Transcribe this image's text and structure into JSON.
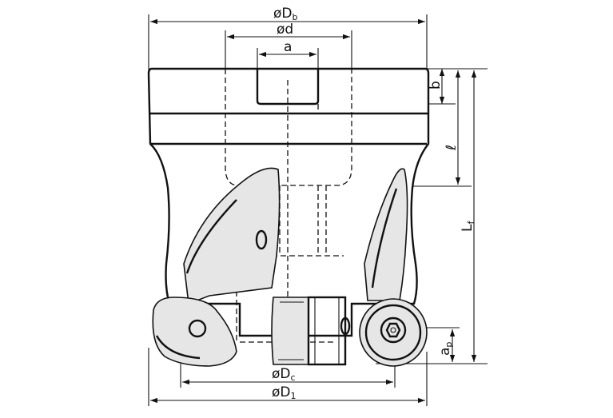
{
  "title": "",
  "dimensions": {
    "Db": {
      "prefix": "øD",
      "sub": "b"
    },
    "d": {
      "label": "ød"
    },
    "a": {
      "label": "a"
    },
    "b": {
      "label": "b"
    },
    "l": {
      "label": "ℓ"
    },
    "Lf": {
      "prefix": "L",
      "sub": "f"
    },
    "ap": {
      "prefix": "a",
      "sub": "p"
    },
    "Dc": {
      "prefix": "øD",
      "sub": "c"
    },
    "D1": {
      "prefix": "øD",
      "sub": "1"
    }
  },
  "colors": {
    "line": "#111111",
    "background": "#ffffff",
    "shade": "#e6e6e6"
  }
}
